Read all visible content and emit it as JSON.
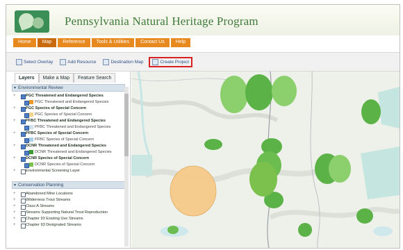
{
  "header": {
    "title": "Pennsylvania Natural Heritage Program"
  },
  "nav": {
    "tabs": [
      "Home",
      "Map",
      "Reference",
      "Tools & Utilities",
      "Contact Us",
      "Help"
    ]
  },
  "toolbar": {
    "select_label": "Select Overlay",
    "add_label": "Add Resource",
    "overlay_label": "Destination Map",
    "print_label": "Create Project"
  },
  "sidebar": {
    "tabs": [
      "Layers",
      "Make a Map",
      "Feature Search"
    ],
    "env_review": {
      "title": "Environmental Review",
      "items": [
        {
          "level": 1,
          "label": "PGC Threatened and Endangered Species",
          "checked": true
        },
        {
          "level": 2,
          "label": "PGC Threatened and Endangered Species",
          "checked": true,
          "swatch": "#e89a2c"
        },
        {
          "level": 1,
          "label": "PGC Species of Special Concern",
          "checked": true
        },
        {
          "level": 2,
          "label": "PGC Species of Special Concern",
          "checked": true,
          "swatch": "#f4d28a"
        },
        {
          "level": 1,
          "label": "PFBC Threatened and Endangered Species",
          "checked": true
        },
        {
          "level": 2,
          "label": "PFBC Threatened and Endangered Species",
          "checked": true,
          "swatch": "#cfe0ef"
        },
        {
          "level": 1,
          "label": "PFBC Species of Special Concern",
          "checked": true
        },
        {
          "level": 2,
          "label": "PFBC Species of Special Concern",
          "checked": true,
          "swatch": "#a9d2e8"
        },
        {
          "level": 1,
          "label": "DCNR Threatened and Endangered Species",
          "checked": true
        },
        {
          "level": 2,
          "label": "DCNR Threatened and Endangered Species",
          "checked": true,
          "swatch": "#3e9a35"
        },
        {
          "level": 1,
          "label": "DCNR Species of Special Concern",
          "checked": true
        },
        {
          "level": 2,
          "label": "DCNR Species of Special Concern",
          "checked": true,
          "swatch": "#7cc04e"
        },
        {
          "level": 3,
          "label": "Environmental Screening Layer",
          "checked": false
        }
      ]
    },
    "conservation": {
      "title": "Conservation Planning",
      "items": [
        {
          "level": 3,
          "label": "Abandoned Mine Locations",
          "checked": false
        },
        {
          "level": 3,
          "label": "Wilderness Trout Streams",
          "checked": false
        },
        {
          "level": 3,
          "label": "Class A Streams",
          "checked": false
        },
        {
          "level": 3,
          "label": "Streams Supporting Natural Trout Reproduction",
          "checked": false
        },
        {
          "level": 3,
          "label": "Chapter 93 Existing Use Streams",
          "checked": false
        },
        {
          "level": 3,
          "label": "Chapter 93 Designated Streams",
          "checked": false
        }
      ]
    }
  },
  "colors": {
    "accent_orange": "#e8891f",
    "title_green": "#3f7a3a",
    "highlight_red": "#d92020"
  }
}
